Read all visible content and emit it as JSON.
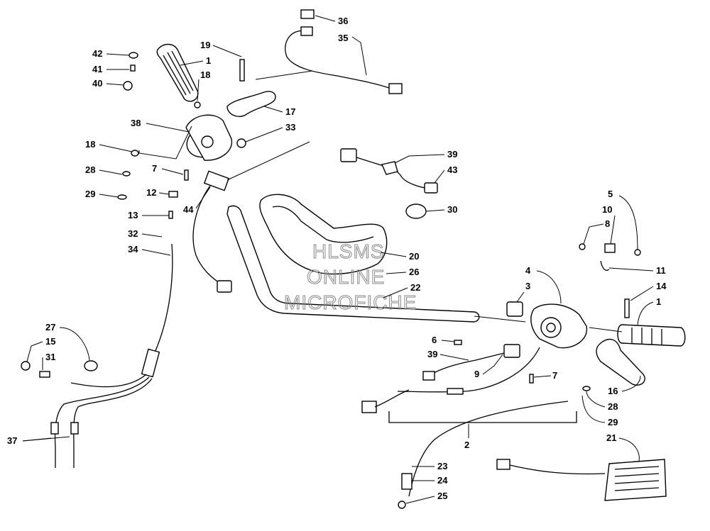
{
  "watermark": [
    "HLSMS",
    "ONLINE",
    "MICROFICHE"
  ],
  "callouts": [
    {
      "id": "c42",
      "label": "42"
    },
    {
      "id": "c41",
      "label": "41"
    },
    {
      "id": "c40",
      "label": "40"
    },
    {
      "id": "c1a",
      "label": "1"
    },
    {
      "id": "c19",
      "label": "19"
    },
    {
      "id": "c18a",
      "label": "18"
    },
    {
      "id": "c36",
      "label": "36"
    },
    {
      "id": "c35",
      "label": "35"
    },
    {
      "id": "c17",
      "label": "17"
    },
    {
      "id": "c38",
      "label": "38"
    },
    {
      "id": "c33",
      "label": "33"
    },
    {
      "id": "c18b",
      "label": "18"
    },
    {
      "id": "c7a",
      "label": "7"
    },
    {
      "id": "c28a",
      "label": "28"
    },
    {
      "id": "c12",
      "label": "12"
    },
    {
      "id": "c29a",
      "label": "29"
    },
    {
      "id": "c44",
      "label": "44"
    },
    {
      "id": "c13",
      "label": "13"
    },
    {
      "id": "c39a",
      "label": "39"
    },
    {
      "id": "c43",
      "label": "43"
    },
    {
      "id": "c30",
      "label": "30"
    },
    {
      "id": "c32",
      "label": "32"
    },
    {
      "id": "c34",
      "label": "34"
    },
    {
      "id": "c5",
      "label": "5"
    },
    {
      "id": "c10",
      "label": "10"
    },
    {
      "id": "c8",
      "label": "8"
    },
    {
      "id": "c20",
      "label": "20"
    },
    {
      "id": "c26",
      "label": "26"
    },
    {
      "id": "c11",
      "label": "11"
    },
    {
      "id": "c4",
      "label": "4"
    },
    {
      "id": "c22",
      "label": "22"
    },
    {
      "id": "c3",
      "label": "3"
    },
    {
      "id": "c14",
      "label": "14"
    },
    {
      "id": "c1b",
      "label": "1"
    },
    {
      "id": "c27",
      "label": "27"
    },
    {
      "id": "c15",
      "label": "15"
    },
    {
      "id": "c31",
      "label": "31"
    },
    {
      "id": "c6",
      "label": "6"
    },
    {
      "id": "c39b",
      "label": "39"
    },
    {
      "id": "c9",
      "label": "9"
    },
    {
      "id": "c7b",
      "label": "7"
    },
    {
      "id": "c16",
      "label": "16"
    },
    {
      "id": "c28b",
      "label": "28"
    },
    {
      "id": "c29b",
      "label": "29"
    },
    {
      "id": "c37",
      "label": "37"
    },
    {
      "id": "c2",
      "label": "2"
    },
    {
      "id": "c21",
      "label": "21"
    },
    {
      "id": "c23",
      "label": "23"
    },
    {
      "id": "c24",
      "label": "24"
    },
    {
      "id": "c25",
      "label": "25"
    }
  ]
}
